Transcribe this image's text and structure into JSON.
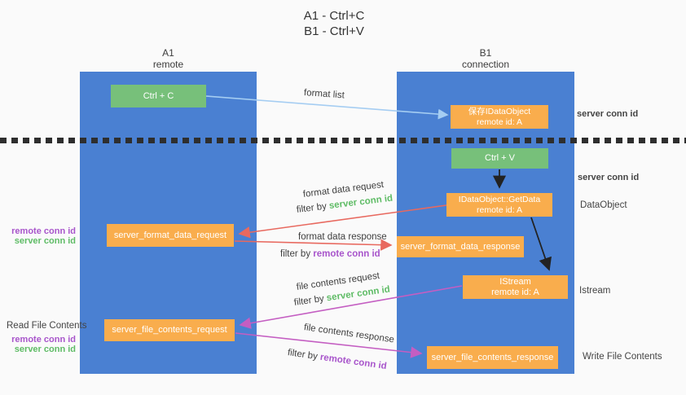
{
  "title": {
    "line1": "A1 - Ctrl+C",
    "line2": "B1 - Ctrl+V"
  },
  "lanes": {
    "a": {
      "name": "A1",
      "sub": "remote"
    },
    "b": {
      "name": "B1",
      "sub": "connection"
    }
  },
  "nodes": {
    "ctrl_c": "Ctrl + C",
    "ctrl_v": "Ctrl + V",
    "save_dataobject": {
      "line1": "保存IDataObject",
      "line2": "remote id: A"
    },
    "getdata": {
      "line1": "IDataObject::GetData",
      "line2": "remote id: A"
    },
    "istream": {
      "line1": "IStream",
      "line2": "remote id: A"
    },
    "format_request": "server_format_data_request",
    "format_response": "server_format_data_response",
    "file_request": "server_file_contents_request",
    "file_response": "server_file_contents_response"
  },
  "edge_labels": {
    "format_list": "format list",
    "format_data_request": "format data request",
    "format_data_response": "format data response",
    "file_contents_request": "file contents request",
    "file_contents_response": "file contents response",
    "filter_by": "filter by ",
    "server_conn_id": "server conn id",
    "remote_conn_id": "remote conn id"
  },
  "side_labels": {
    "format_stack": {
      "remote": "remote conn id",
      "server": "server conn id"
    },
    "read_file": "Read File Contents",
    "file_stack": {
      "remote": "remote conn id",
      "server": "server conn id"
    },
    "server_conn_top": "server conn id",
    "server_conn_mid": "server conn id",
    "dataobject": "DataObject",
    "istream": "Istream",
    "write_file": "Write File Contents"
  },
  "colors": {
    "lane_blue": "#4a80d2",
    "node_green": "#77c07a",
    "node_orange": "#f9ad4d",
    "arrow_light_blue": "#a5cdf2",
    "arrow_red": "#e8695f",
    "arrow_magenta": "#c45ec2",
    "arrow_black": "#222222",
    "text_green": "#5fbc66",
    "text_purple": "#a855cb",
    "background": "#fafafa"
  }
}
